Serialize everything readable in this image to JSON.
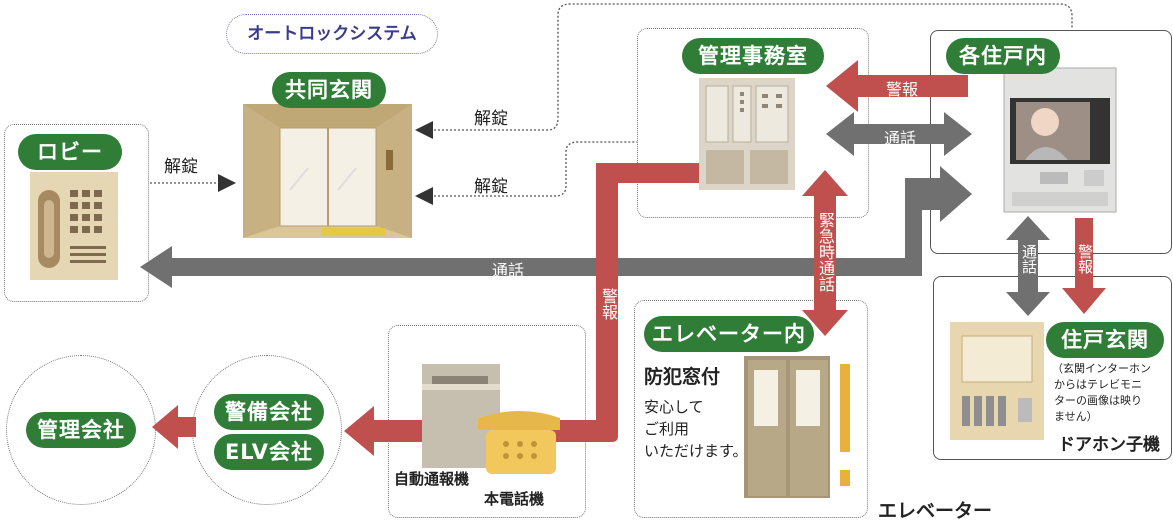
{
  "title": "オートロックシステム",
  "nodes": {
    "entrance": "共同玄関",
    "lobby": "ロビー",
    "office": "管理事務室",
    "unit": "各住戸内",
    "door": "住戸玄関",
    "elevator_in": "エレベーター内",
    "security": "警備会社",
    "elv": "ELV会社",
    "mgmt": "管理会社"
  },
  "links": {
    "unlock_1": "解錠",
    "unlock_2": "解錠",
    "unlock_3": "解錠",
    "alarm_office": "警報",
    "call_office": "通話",
    "call_lobby": "通話",
    "emergency_call": "緊急時通話",
    "alarm_down": "警報",
    "call_door": "通話",
    "alarm_door": "警報"
  },
  "labels": {
    "auto_alarm": "自動通報機",
    "phone": "本電話機",
    "anti_crime": "防犯窓付",
    "elevator_text": [
      "安心して",
      "ご利用",
      "いただけます。"
    ],
    "elevator": "エレベーター",
    "door_note": [
      "（玄関インターホン",
      "からはテレビモニ",
      "ターの画像は映り",
      "ません）"
    ],
    "door_unit": "ドアホン子機"
  },
  "colors": {
    "green": "#2f7d37",
    "red_arrow": "#c0504d",
    "gray_arrow": "#707070",
    "title_color": "#3d3a8c"
  }
}
